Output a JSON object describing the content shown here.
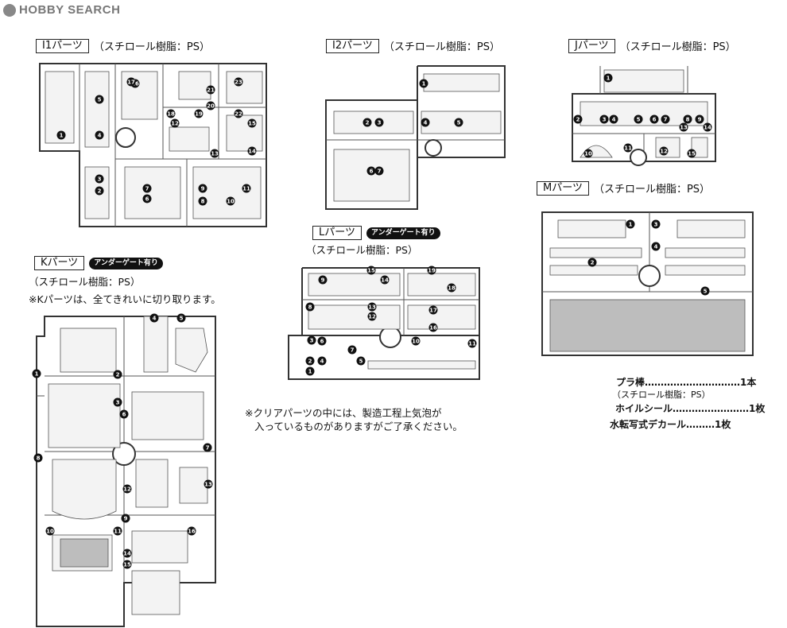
{
  "logo": {
    "text": "HOBBY SEARCH"
  },
  "sections": {
    "i1": {
      "label": "I1パーツ",
      "material": "（スチロール樹脂：PS）"
    },
    "i2": {
      "label": "I2パーツ",
      "material": "（スチロール樹脂：PS）"
    },
    "j": {
      "label": "Jパーツ",
      "material": "（スチロール樹脂：PS）"
    },
    "m": {
      "label": "Mパーツ",
      "material": "（スチロール樹脂：PS）"
    },
    "l": {
      "label": "Lパーツ",
      "badge": "アンダーゲート有り",
      "material": "（スチロール樹脂：PS）"
    },
    "k": {
      "label": "Kパーツ",
      "badge": "アンダーゲート有り",
      "material": "（スチロール樹脂：PS）",
      "note": "※Kパーツは、全てきれいに切り取ります。"
    }
  },
  "clear_note": [
    "※クリアパーツの中には、製造工程上気泡が",
    "入っているものがありますがご了承ください。"
  ],
  "accessories": [
    {
      "name": "プラ棒",
      "dots": "…………………………",
      "qty": "1本",
      "sub": "（スチロール樹脂：PS）"
    },
    {
      "name": "ホイルシール",
      "dots": "……………………",
      "qty": "1枚",
      "sub": ""
    },
    {
      "name": "水転写式デカール",
      "dots": "………",
      "qty": "1枚",
      "sub": ""
    }
  ],
  "part_numbers": {
    "i1": [
      "1",
      "2",
      "3",
      "4",
      "5",
      "6",
      "7",
      "8",
      "9",
      "10",
      "11",
      "12",
      "13",
      "14",
      "15",
      "16",
      "17",
      "18",
      "19",
      "20",
      "21",
      "22",
      "23"
    ],
    "i2": [
      "1",
      "2",
      "3",
      "4",
      "5",
      "6",
      "7"
    ],
    "j": [
      "1",
      "2",
      "3",
      "4",
      "5",
      "6",
      "7",
      "8",
      "9",
      "10",
      "11",
      "12",
      "13",
      "14",
      "15"
    ],
    "m": [
      "1",
      "2",
      "3",
      "4",
      "5"
    ],
    "l": [
      "1",
      "2",
      "3",
      "4",
      "5",
      "6",
      "7",
      "8",
      "9",
      "10",
      "11",
      "12",
      "13",
      "14",
      "15",
      "16",
      "17",
      "18",
      "19"
    ],
    "k": [
      "1",
      "2",
      "3",
      "4",
      "5",
      "6",
      "7",
      "8",
      "9",
      "10",
      "11",
      "12",
      "13",
      "14",
      "15",
      "16"
    ]
  }
}
